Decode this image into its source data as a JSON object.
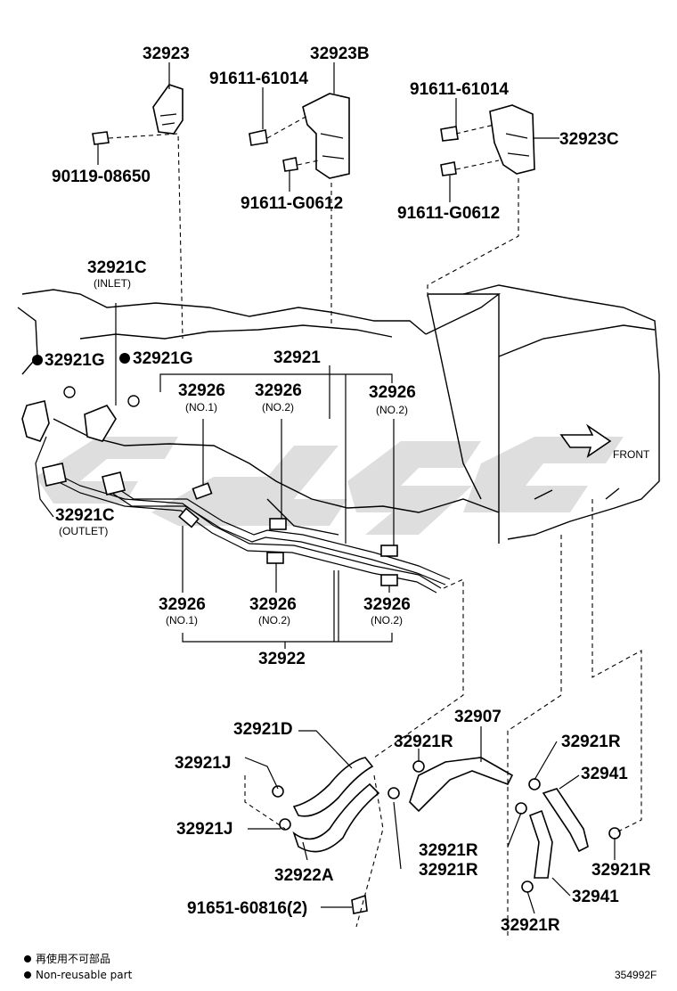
{
  "labels": {
    "p32923": "32923",
    "p32923B": "32923B",
    "p9161161014_a": "91611-61014",
    "p9161161014_b": "91611-61014",
    "p32923C": "32923C",
    "p9011908650": "90119-08650",
    "p91611G0612_a": "91611-G0612",
    "p91611G0612_b": "91611-G0612",
    "p32921C_inlet": "32921C",
    "inlet": "(INLET)",
    "p32921G_a": "32921G",
    "p32921G_b": "32921G",
    "p32921": "32921",
    "p32926_1": "32926",
    "p32926_2": "32926",
    "p32926_3": "32926",
    "no1_a": "(NO.1)",
    "no2_a": "(NO.2)",
    "no2_b": "(NO.2)",
    "p32921C_outlet": "32921C",
    "outlet": "(OUTLET)",
    "front": "FRONT",
    "p32926_4": "32926",
    "p32926_5": "32926",
    "p32926_6": "32926",
    "no1_c": "(NO.1)",
    "no2_c": "(NO.2)",
    "no2_d": "(NO.2)",
    "p32922": "32922",
    "p32907": "32907",
    "p32921D": "32921D",
    "p32921R_a": "32921R",
    "p32921R_b": "32921R",
    "p32941_a": "32941",
    "p32921J_a": "32921J",
    "p32921J_b": "32921J",
    "p32921R_c": "32921R",
    "p32921R_d": "32921R",
    "p32921R_e": "32921R",
    "p32922A": "32922A",
    "p32941_b": "32941",
    "p9165160816": "91651-60816(2)",
    "p32921R_f": "32921R",
    "legend_cn": "再使用不可部品",
    "legend_en": "Non-reusable part",
    "diagram_id": "354992F"
  }
}
